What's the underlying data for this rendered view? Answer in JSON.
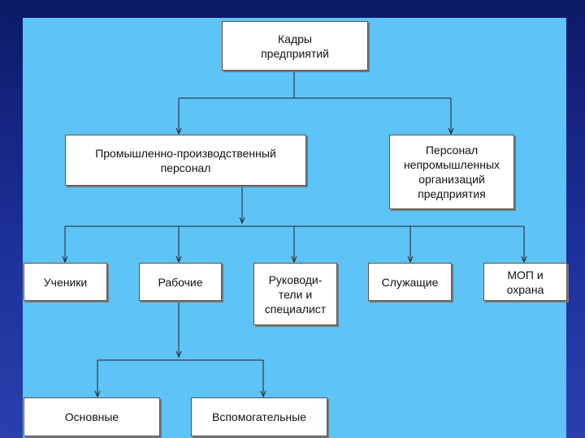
{
  "nodes": {
    "root": "Кадры\nпредприятий",
    "industrial": "Промышленно-производственный\nперсонал",
    "nonindustrial": "Персонал\nнепромышленных\nорганизаций\nпредприятия",
    "apprentices": "Ученики",
    "workers": "Рабочие",
    "managers": "Руководи-\nтели и\nспециалист",
    "employees": "Служащие",
    "mop": "МОП и\nохрана",
    "main": "Основные",
    "auxiliary": "Вспомогательные"
  },
  "colors": {
    "background": "#1a2a8c",
    "panel": "#5ec3f6",
    "box": "#ffffff",
    "line": "#222222"
  }
}
